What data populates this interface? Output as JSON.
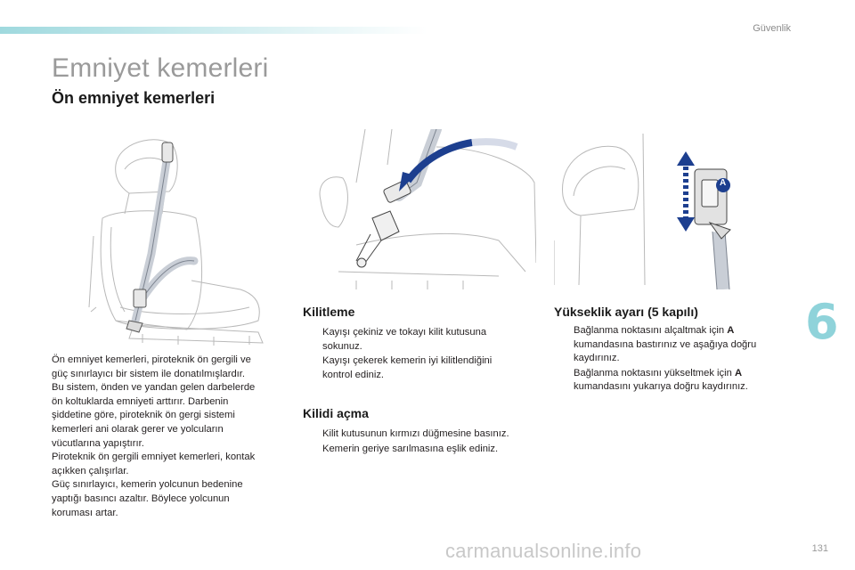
{
  "header": {
    "section": "Güvenlik",
    "title": "Emniyet kemerleri",
    "subtitle": "Ön emniyet kemerleri"
  },
  "intro": {
    "lines": [
      "Ön emniyet kemerleri, piroteknik ön gergili ve",
      "güç sınırlayıcı bir sistem ile donatılmışlardır.",
      "Bu sistem, önden ve yandan gelen darbelerde",
      "ön koltuklarda emniyeti arttırır. Darbenin",
      "şiddetine göre, piroteknik ön gergi sistemi",
      "kemerleri ani olarak gerer ve yolcuların",
      "vücutlarına yapıştırır.",
      "Piroteknik ön gergili emniyet kemerleri, kontak",
      "açıkken çalışırlar.",
      "Güç sınırlayıcı, kemerin yolcunun bedenine",
      "yaptığı basıncı azaltır. Böylece yolcunun",
      "koruması artar."
    ]
  },
  "locking": {
    "title": "Kilitleme",
    "items": [
      {
        "line1": "Kayışı çekiniz ve tokayı kilit kutusuna",
        "line2": "sokunuz."
      },
      {
        "line1": "Kayışı çekerek kemerin iyi kilitlendiğini",
        "line2": "kontrol ediniz."
      }
    ]
  },
  "unlocking": {
    "title": "Kilidi açma",
    "items": [
      {
        "line1": "Kilit kutusunun kırmızı düğmesine basınız."
      },
      {
        "line1": "Kemerin geriye sarılmasına eşlik ediniz."
      }
    ]
  },
  "height": {
    "title": "Yükseklik ayarı (5 kapılı)",
    "items": [
      {
        "line1a": "Bağlanma noktasını alçaltmak için ",
        "key": "A",
        "line2": "kumandasına bastırınız ve aşağıya doğru",
        "line3": "kaydırınız."
      },
      {
        "line1a": "Bağlanma noktasını yükseltmek için ",
        "key": "A",
        "line2": "kumandasını yukarıya doğru kaydırınız."
      }
    ],
    "callout": "A"
  },
  "bullet_marker": "",
  "chapter_number": "6",
  "page_number": "131",
  "watermark": "carmanualsonline.info",
  "colors": {
    "accent": "#8fd3da",
    "arrow_blue": "#1d3f8f",
    "belt": "#c9ced6"
  }
}
